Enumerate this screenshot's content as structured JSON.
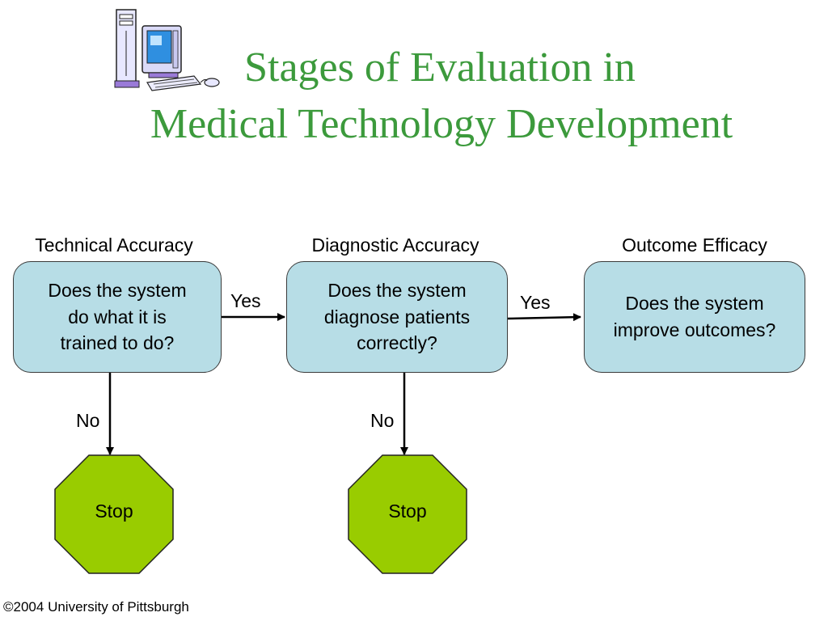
{
  "title": {
    "line1": "Stages of Evaluation in",
    "line2": "Medical Technology Development"
  },
  "stages": [
    {
      "label": "Technical Accuracy",
      "question_lines": [
        "Does the system",
        "do what it is",
        "trained to do?"
      ]
    },
    {
      "label": "Diagnostic Accuracy",
      "question_lines": [
        "Does the system",
        "diagnose patients",
        "correctly?"
      ]
    },
    {
      "label": "Outcome Efficacy",
      "question_lines": [
        "Does the system",
        "improve outcomes?"
      ]
    }
  ],
  "edges": {
    "yes": "Yes",
    "no": "No"
  },
  "stop_label": "Stop",
  "colors": {
    "title": "#3c9a3c",
    "box_fill": "#b7dde6",
    "stop_fill": "#99cc00"
  },
  "footer": "©2004 University of Pittsburgh",
  "clipart_icon": "computer-clipart-icon"
}
